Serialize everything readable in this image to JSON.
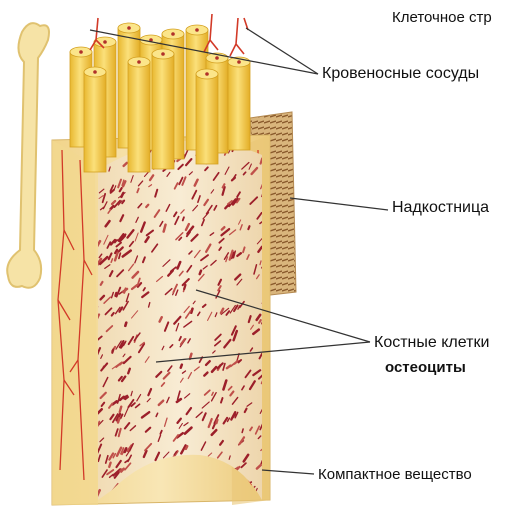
{
  "figure": {
    "title_partial": "Клеточное стр",
    "labels": {
      "vessels": "Кровеносные сосуды",
      "periosteum": "Надкостница",
      "bone_cells": "Костные клетки",
      "osteocytes": "остеоциты",
      "compact": "Компактное вещество"
    }
  },
  "colors": {
    "bone_outer": "#f3dfa0",
    "bone_shadow": "#e0bf6a",
    "spongy": "#f6e7c9",
    "spongy_marks": "#a0202a",
    "vessel_red": "#d0402a",
    "osteon_yellow": "#f7d44a",
    "periosteum": "#c9a36b",
    "leader": "#333333"
  }
}
